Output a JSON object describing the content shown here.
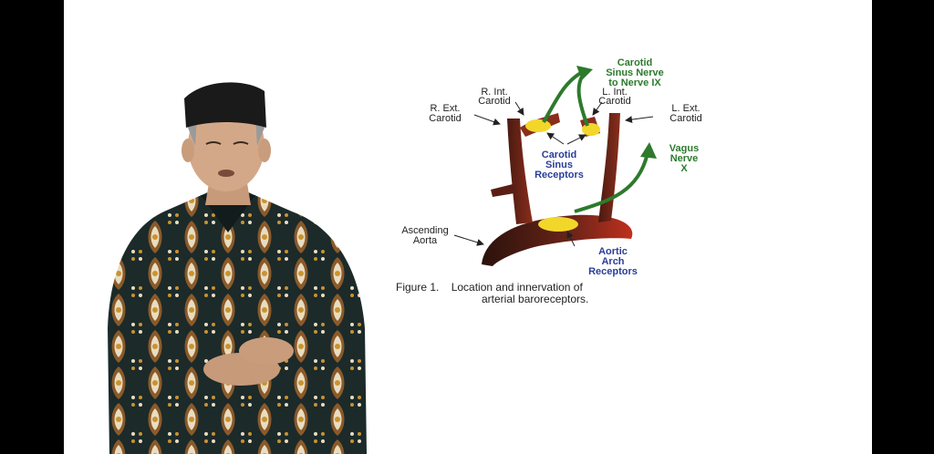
{
  "colors": {
    "letterbox": "#000000",
    "background": "#ffffff",
    "vessel": "#6b2418",
    "nerve": "#2d7a2d",
    "receptor": "#f2d72a",
    "receptor_label": "#2a3d9a"
  },
  "figure": {
    "labels": {
      "carotid_sinus_nerve": [
        "Carotid",
        "Sinus Nerve",
        "to Nerve IX"
      ],
      "r_int_carotid": [
        "R. Int.",
        "Carotid"
      ],
      "l_int_carotid": [
        "L. Int.",
        "Carotid"
      ],
      "r_ext_carotid": [
        "R. Ext.",
        "Carotid"
      ],
      "l_ext_carotid": [
        "L. Ext.",
        "Carotid"
      ],
      "carotid_sinus_receptors": [
        "Carotid",
        "Sinus",
        "Receptors"
      ],
      "vagus_nerve": [
        "Vagus",
        "Nerve",
        "X"
      ],
      "ascending_aorta": [
        "Ascending",
        "Aorta"
      ],
      "aortic_arch_receptors": [
        "Aortic",
        "Arch",
        "Receptors"
      ]
    },
    "caption": [
      "Figure 1.    Location and innervation of",
      "arterial baroreceptors."
    ]
  }
}
